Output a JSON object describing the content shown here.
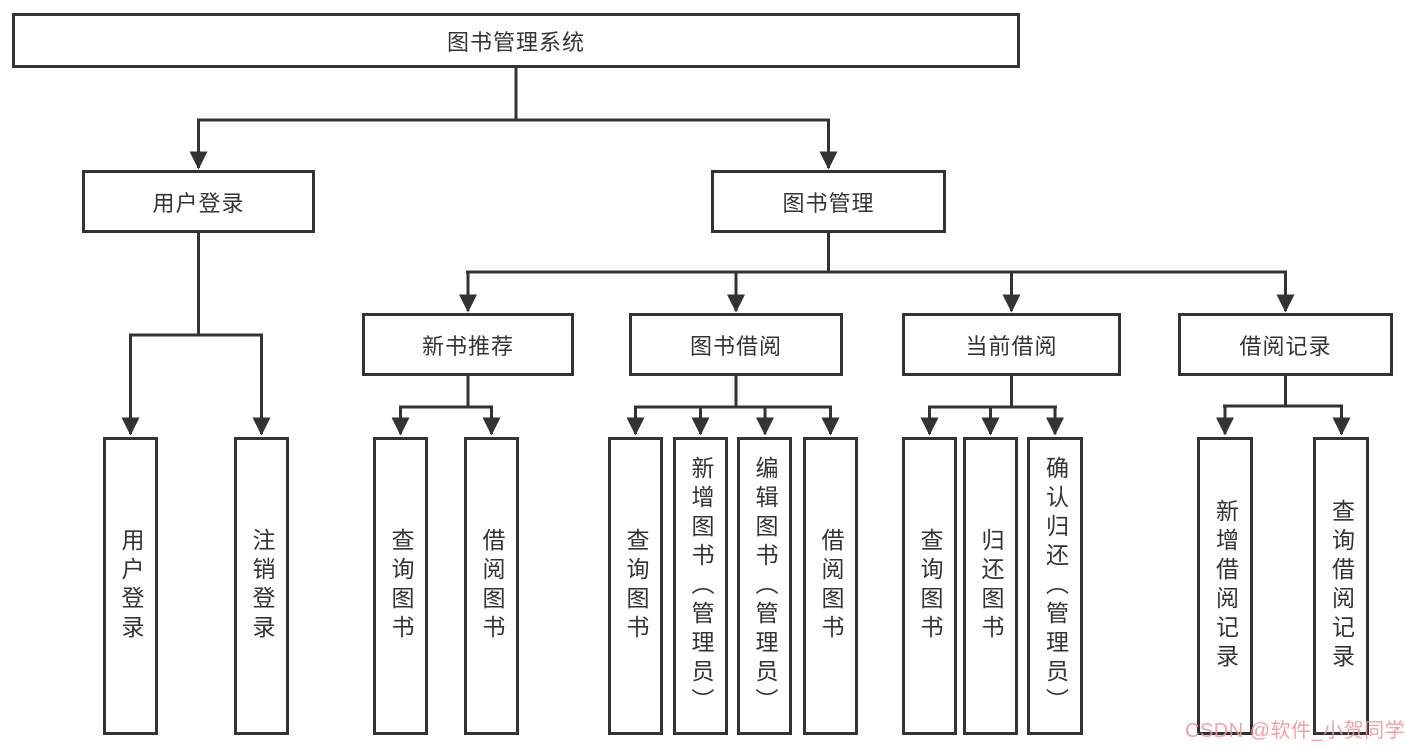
{
  "diagram": {
    "title": "图书管理系统",
    "level2": {
      "user_login": "用户登录",
      "book_mgmt": "图书管理"
    },
    "level3": {
      "new_book": "新书推荐",
      "book_borrow": "图书借阅",
      "current_borrow": "当前借阅",
      "borrow_record": "借阅记录"
    },
    "leaves": {
      "user_login": [
        "用户登录",
        "注销登录"
      ],
      "new_book": [
        "查询图书",
        "借阅图书"
      ],
      "book_borrow": [
        "查询图书",
        "新增图书（管理员）",
        "编辑图书（管理员）",
        "借阅图书"
      ],
      "current_borrow": [
        "查询图书",
        "归还图书",
        "确认归还（管理员）"
      ],
      "borrow_record": [
        "新增借阅记录",
        "查询借阅记录"
      ]
    }
  },
  "watermark": {
    "text": "CSDN @软件_小贺同学",
    "color": "#f1969c"
  },
  "colors": {
    "line": "#333333",
    "text": "#333333",
    "box_background": "#ffffff",
    "page_background": "#ffffff"
  }
}
